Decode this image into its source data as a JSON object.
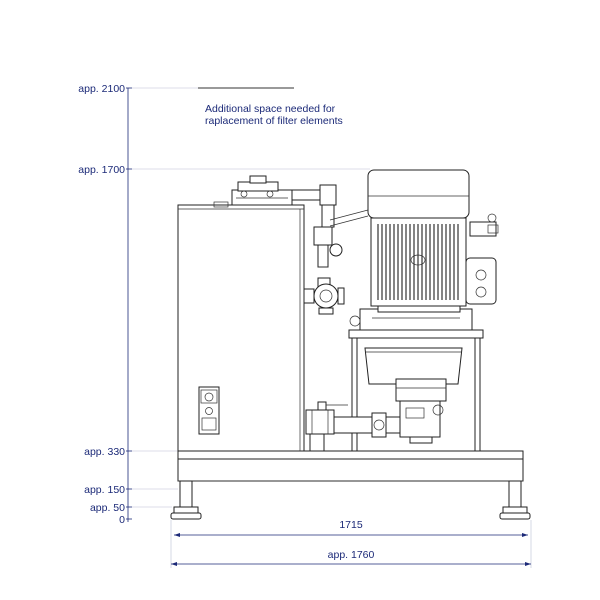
{
  "annotation": {
    "line1": "Additional space needed for",
    "line2": "raplacement of filter elements"
  },
  "height_labels": {
    "h2100": "app. 2100",
    "h1700": "app. 1700",
    "h330": "app. 330",
    "h150": "app. 150",
    "h50": "app. 50",
    "h0": "0"
  },
  "width_labels": {
    "w1715": "1715",
    "w1760": "app. 1760"
  },
  "colors": {
    "dimension_text": "#1c2a78",
    "drawing_lines": "#222222"
  }
}
